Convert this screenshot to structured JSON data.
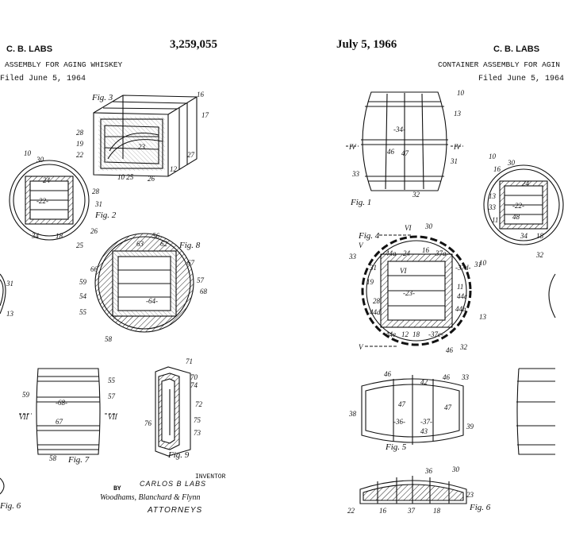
{
  "sheet_left": {
    "inventor_name": "C. B. LABS",
    "patent_number": "3,259,055",
    "title_partial": "ASSEMBLY FOR AGING WHISKEY",
    "filed": "Filed June 5, 1964",
    "signature_block": {
      "inventor_caption": "INVENTOR",
      "inventor_signature": "CARLOS B LABS",
      "by": "BY",
      "firm_signature": "Woodhams, Blanchard & Flynn",
      "attorneys": "ATTORNEYS"
    },
    "figures": [
      "Fig. 3",
      "Fig. 2",
      "Fig. 8",
      "Fig. 7",
      "Fig. 9",
      "Fig. 6"
    ]
  },
  "sheet_right": {
    "date": "July 5, 1966",
    "inventor_name": "C. B. LABS",
    "title_partial": "CONTAINER ASSEMBLY FOR AGIN",
    "filed": "Filed June 5, 1964",
    "figures": [
      "Fig. 1",
      "Fig. 4",
      "Fig. 5",
      "Fig. 6"
    ]
  }
}
